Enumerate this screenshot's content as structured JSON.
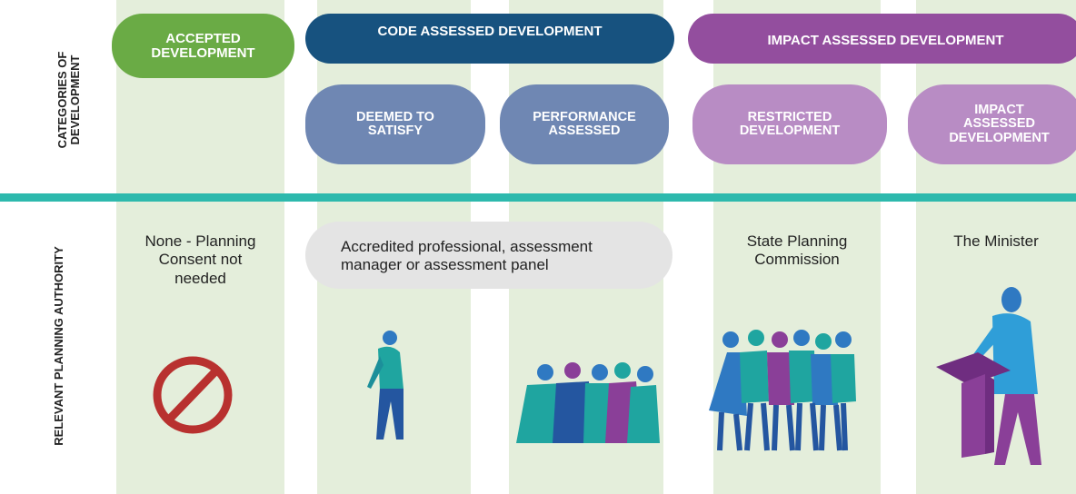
{
  "row_labels": {
    "top": [
      "CATEGORIES OF",
      "DEVELOPMENT"
    ],
    "bottom": "RELEVANT PLANNING  AUTHORITY"
  },
  "categories": [
    {
      "id": "accepted",
      "label": "ACCEPTED\nDEVELOPMENT",
      "color": "#6aab45"
    },
    {
      "id": "code",
      "label": "CODE ASSESSED DEVELOPMENT",
      "color": "#17527f",
      "subs": [
        {
          "label": "DEEMED TO\nSATISFY",
          "color": "#6f87b3"
        },
        {
          "label": "PERFORMANCE\nASSESSED",
          "color": "#6f87b3"
        }
      ]
    },
    {
      "id": "impact",
      "label": "IMPACT ASSESSED DEVELOPMENT",
      "color": "#934e9e",
      "subs": [
        {
          "label": "RESTRICTED\nDEVELOPMENT",
          "color": "#b88cc4"
        },
        {
          "label": "IMPACT\nASSESSED\nDEVELOPMENT",
          "color": "#b88cc4"
        }
      ]
    }
  ],
  "authorities": [
    "None - Planning\nConsent not\nneeded",
    "Accredited professional, assessment\nmanager or assessment panel",
    "State Planning\nCommission",
    "The Minister"
  ],
  "colors": {
    "column_bg": "#e4eedb",
    "divider": "#2db9ad",
    "code_authority_bg": "#e4e4e4",
    "no_entry": "#b8312f",
    "figure_teal": "#1fa5a0",
    "figure_blue": "#2f79c2",
    "figure_purple": "#8a3f98"
  },
  "icons": [
    "no-entry-icon",
    "single-person-icon",
    "group-of-people-icon",
    "crowd-icon",
    "minister-at-podium-icon"
  ]
}
